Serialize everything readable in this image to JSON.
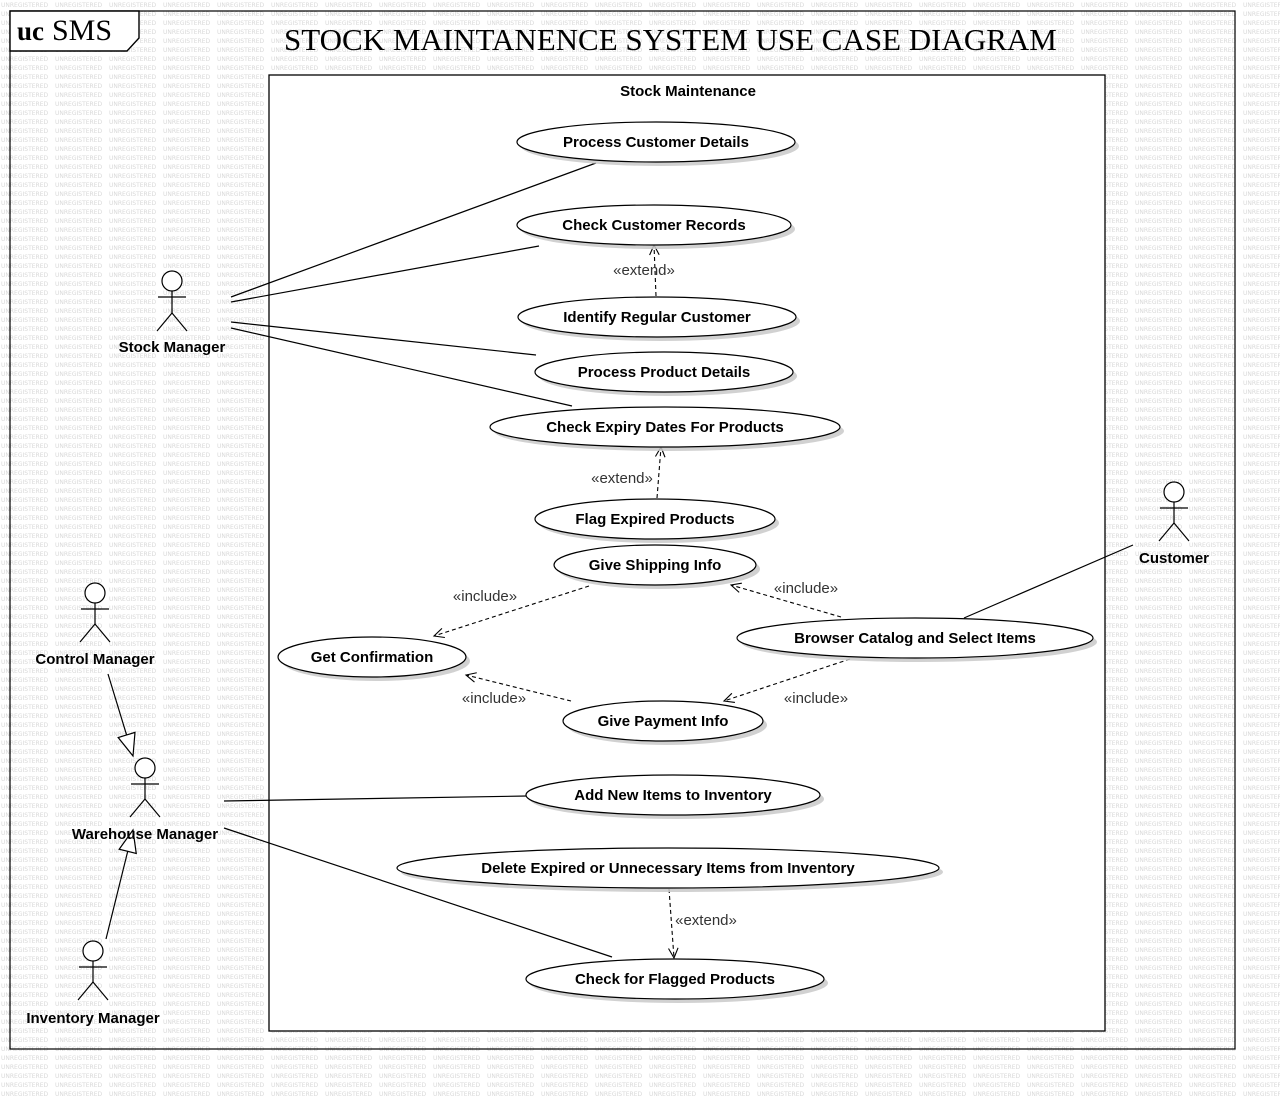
{
  "frame": {
    "keyword": "uc",
    "name": "SMS",
    "title": "STOCK MAINTANENCE SYSTEM USE CASE DIAGRAM"
  },
  "boundary": {
    "label": "Stock Maintenance"
  },
  "actors": [
    {
      "id": "stock_manager",
      "label": "Stock Manager"
    },
    {
      "id": "customer",
      "label": "Customer"
    },
    {
      "id": "control_manager",
      "label": "Control Manager"
    },
    {
      "id": "warehouse_manager",
      "label": "Warehouse Manager"
    },
    {
      "id": "inventory_manager",
      "label": "Inventory Manager"
    }
  ],
  "use_cases": [
    {
      "id": "process_customer_details",
      "label": "Process Customer Details"
    },
    {
      "id": "check_customer_records",
      "label": "Check Customer Records"
    },
    {
      "id": "identify_regular_customer",
      "label": "Identify Regular Customer"
    },
    {
      "id": "process_product_details",
      "label": "Process Product Details"
    },
    {
      "id": "check_expiry_dates",
      "label": "Check Expiry Dates For Products"
    },
    {
      "id": "flag_expired_products",
      "label": "Flag Expired Products"
    },
    {
      "id": "give_shipping_info",
      "label": "Give Shipping Info"
    },
    {
      "id": "get_confirmation",
      "label": "Get Confirmation"
    },
    {
      "id": "browser_catalog",
      "label": "Browser Catalog and Select Items"
    },
    {
      "id": "give_payment_info",
      "label": "Give Payment Info"
    },
    {
      "id": "add_new_items",
      "label": "Add New Items to Inventory"
    },
    {
      "id": "delete_expired_items",
      "label": "Delete Expired or Unnecessary Items from Inventory"
    },
    {
      "id": "check_flagged_products",
      "label": "Check for Flagged Products"
    }
  ],
  "associations": [
    {
      "actor": "stock_manager",
      "use_case": "process_customer_details"
    },
    {
      "actor": "stock_manager",
      "use_case": "check_customer_records"
    },
    {
      "actor": "stock_manager",
      "use_case": "process_product_details"
    },
    {
      "actor": "stock_manager",
      "use_case": "check_expiry_dates"
    },
    {
      "actor": "customer",
      "use_case": "browser_catalog"
    },
    {
      "actor": "warehouse_manager",
      "use_case": "add_new_items"
    },
    {
      "actor": "warehouse_manager",
      "use_case": "check_flagged_products"
    }
  ],
  "generalizations": [
    {
      "child": "control_manager",
      "parent": "warehouse_manager"
    },
    {
      "child": "inventory_manager",
      "parent": "warehouse_manager"
    }
  ],
  "dependencies": [
    {
      "from": "identify_regular_customer",
      "to": "check_customer_records",
      "stereotype": "«extend»"
    },
    {
      "from": "flag_expired_products",
      "to": "check_expiry_dates",
      "stereotype": "«extend»"
    },
    {
      "from": "give_shipping_info",
      "to": "get_confirmation",
      "stereotype": "«include»"
    },
    {
      "from": "browser_catalog",
      "to": "give_shipping_info",
      "stereotype": "«include»"
    },
    {
      "from": "give_payment_info",
      "to": "get_confirmation",
      "stereotype": "«include»"
    },
    {
      "from": "browser_catalog",
      "to": "give_payment_info",
      "stereotype": "«include»"
    },
    {
      "from": "delete_expired_items",
      "to": "check_flagged_products",
      "stereotype": "«extend»"
    }
  ]
}
